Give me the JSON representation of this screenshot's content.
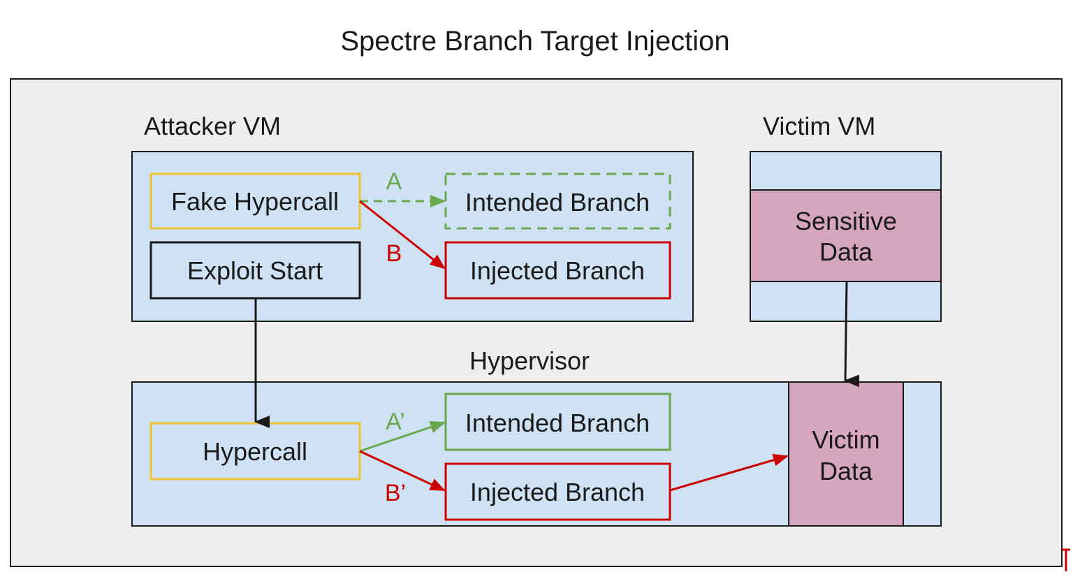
{
  "title": "Spectre Branch Target Injection",
  "attacker_vm": {
    "label": "Attacker VM",
    "fake_hypercall": "Fake Hypercall",
    "exploit_start": "Exploit Start",
    "intended_branch": "Intended Branch",
    "injected_branch": "Injected Branch",
    "edge_a": "A",
    "edge_b": "B"
  },
  "victim_vm": {
    "label": "Victim VM",
    "sensitive_data_line1": "Sensitive",
    "sensitive_data_line2": "Data"
  },
  "hypervisor": {
    "label": "Hypervisor",
    "hypercall": "Hypercall",
    "intended_branch": "Intended Branch",
    "injected_branch": "Injected Branch",
    "edge_a_prime": "A’",
    "edge_b_prime": "B’",
    "victim_data_line1": "Victim",
    "victim_data_line2": "Data"
  },
  "colors": {
    "panel_bg": "#eeeeee",
    "box_fill": "#cfe2f3",
    "data_fill": "#d5a6bd",
    "yellow": "#f1c232",
    "green": "#6aa84f",
    "red": "#cc0000",
    "black": "#1a1a1a"
  }
}
